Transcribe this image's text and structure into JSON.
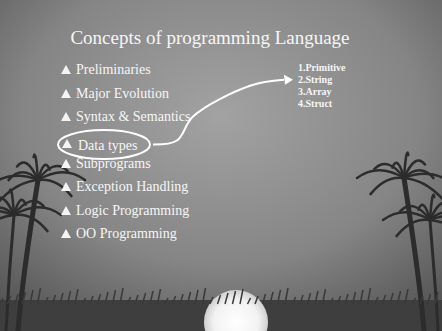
{
  "diagram": {
    "title": "Concepts of programming Language",
    "nodes": [
      {
        "text": [
          "Data types"
        ]
      }
    ],
    "labels": [
      "Preliminaries",
      "Major Evolution",
      "Syntax & Semantics",
      "Subprograms",
      "Exception Handling",
      "Logic Programming",
      "OO Programming",
      "1.Primitive",
      "2.String",
      "3.Array",
      "4.Struct"
    ]
  }
}
